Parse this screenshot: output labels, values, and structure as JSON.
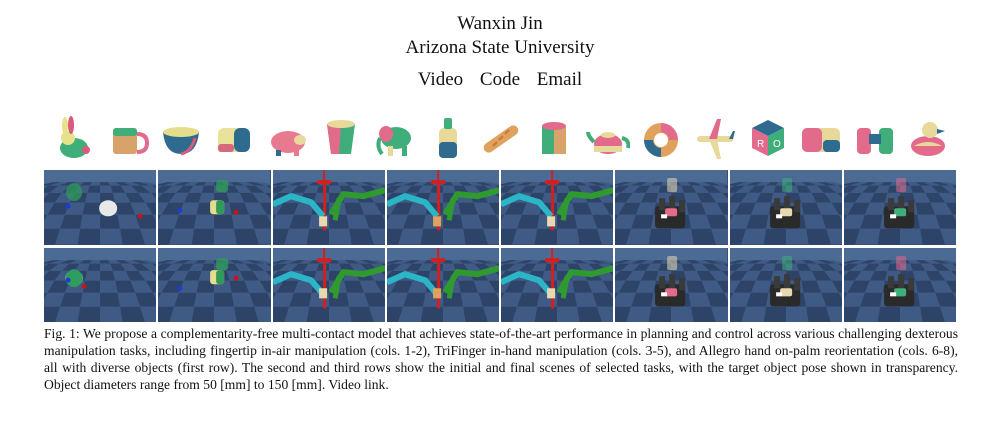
{
  "header": {
    "author": "Wanxin Jin",
    "affiliation": "Arizona State University",
    "links": [
      {
        "label": "Video"
      },
      {
        "label": "Code"
      },
      {
        "label": "Email"
      }
    ]
  },
  "objects": [
    {
      "name": "bunny-icon",
      "colors": [
        "#e7e28a",
        "#3fae7a",
        "#d85a7c"
      ]
    },
    {
      "name": "mug-icon",
      "colors": [
        "#d8a36a",
        "#3fae7a",
        "#e26a8a"
      ]
    },
    {
      "name": "bowl-icon",
      "colors": [
        "#2f6b8f",
        "#e6dd8c",
        "#d85a7c"
      ]
    },
    {
      "name": "box-icon",
      "colors": [
        "#e9e29a",
        "#2f6b8f",
        "#d46a7c"
      ]
    },
    {
      "name": "piggy-icon",
      "colors": [
        "#e77a8f",
        "#e9d9a0",
        "#2f6b8f"
      ]
    },
    {
      "name": "cup-icon",
      "colors": [
        "#e26a8a",
        "#3fae7a",
        "#e8d99a"
      ]
    },
    {
      "name": "elephant-icon",
      "colors": [
        "#3fae7a",
        "#e26a8a",
        "#e8d99a"
      ]
    },
    {
      "name": "bottle-icon",
      "colors": [
        "#e8d99a",
        "#2f6b8f",
        "#3fae7a"
      ]
    },
    {
      "name": "bread-icon",
      "colors": [
        "#e0a15c",
        "#c27a3c",
        "#e8c98a"
      ]
    },
    {
      "name": "can-icon",
      "colors": [
        "#3fae7a",
        "#d8a36a",
        "#e26a8a"
      ]
    },
    {
      "name": "teapot-icon",
      "colors": [
        "#e26a8a",
        "#3fae7a",
        "#e8d99a"
      ]
    },
    {
      "name": "donut-icon",
      "colors": [
        "#2f6b8f",
        "#e26a8a",
        "#e0a15c"
      ]
    },
    {
      "name": "airplane-icon",
      "colors": [
        "#e8d99a",
        "#e26a8a",
        "#2f6b8f"
      ]
    },
    {
      "name": "letter-cube-icon",
      "colors": [
        "#2f6b8f",
        "#e26a8a",
        "#3fae7a"
      ]
    },
    {
      "name": "cushion-icon",
      "colors": [
        "#e26a8a",
        "#e8d99a",
        "#2f6b8f"
      ]
    },
    {
      "name": "binoculars-icon",
      "colors": [
        "#e26a8a",
        "#3fae7a",
        "#2f6b8f"
      ]
    },
    {
      "name": "duck-icon",
      "colors": [
        "#e8d99a",
        "#e26a8a",
        "#2f6b8f"
      ]
    }
  ],
  "scenes": {
    "rows": 2,
    "cols": 8,
    "col_types": [
      "fingertip",
      "fingertip",
      "trifinger",
      "trifinger",
      "trifinger",
      "allegro",
      "allegro",
      "allegro"
    ],
    "floor_colors": [
      "#2e4368",
      "#3f5b85"
    ],
    "sky_color": "#4b6b95"
  },
  "caption": {
    "label": "Fig. 1:",
    "text": " We propose a complementarity-free multi-contact model that achieves state-of-the-art performance in planning and control across various challenging dexterous manipulation tasks, including fingertip in-air manipulation (cols. 1-2), TriFinger in-hand manipulation (cols. 3-5), and Allegro hand on-palm reorientation (cols. 6-8), all with diverse objects (first row). The second and third rows show the initial and final scenes of selected tasks, with the target object pose shown in transparency. Object diameters range from 50 [mm] to 150 [mm]. ",
    "link": "Video link",
    "end": "."
  }
}
